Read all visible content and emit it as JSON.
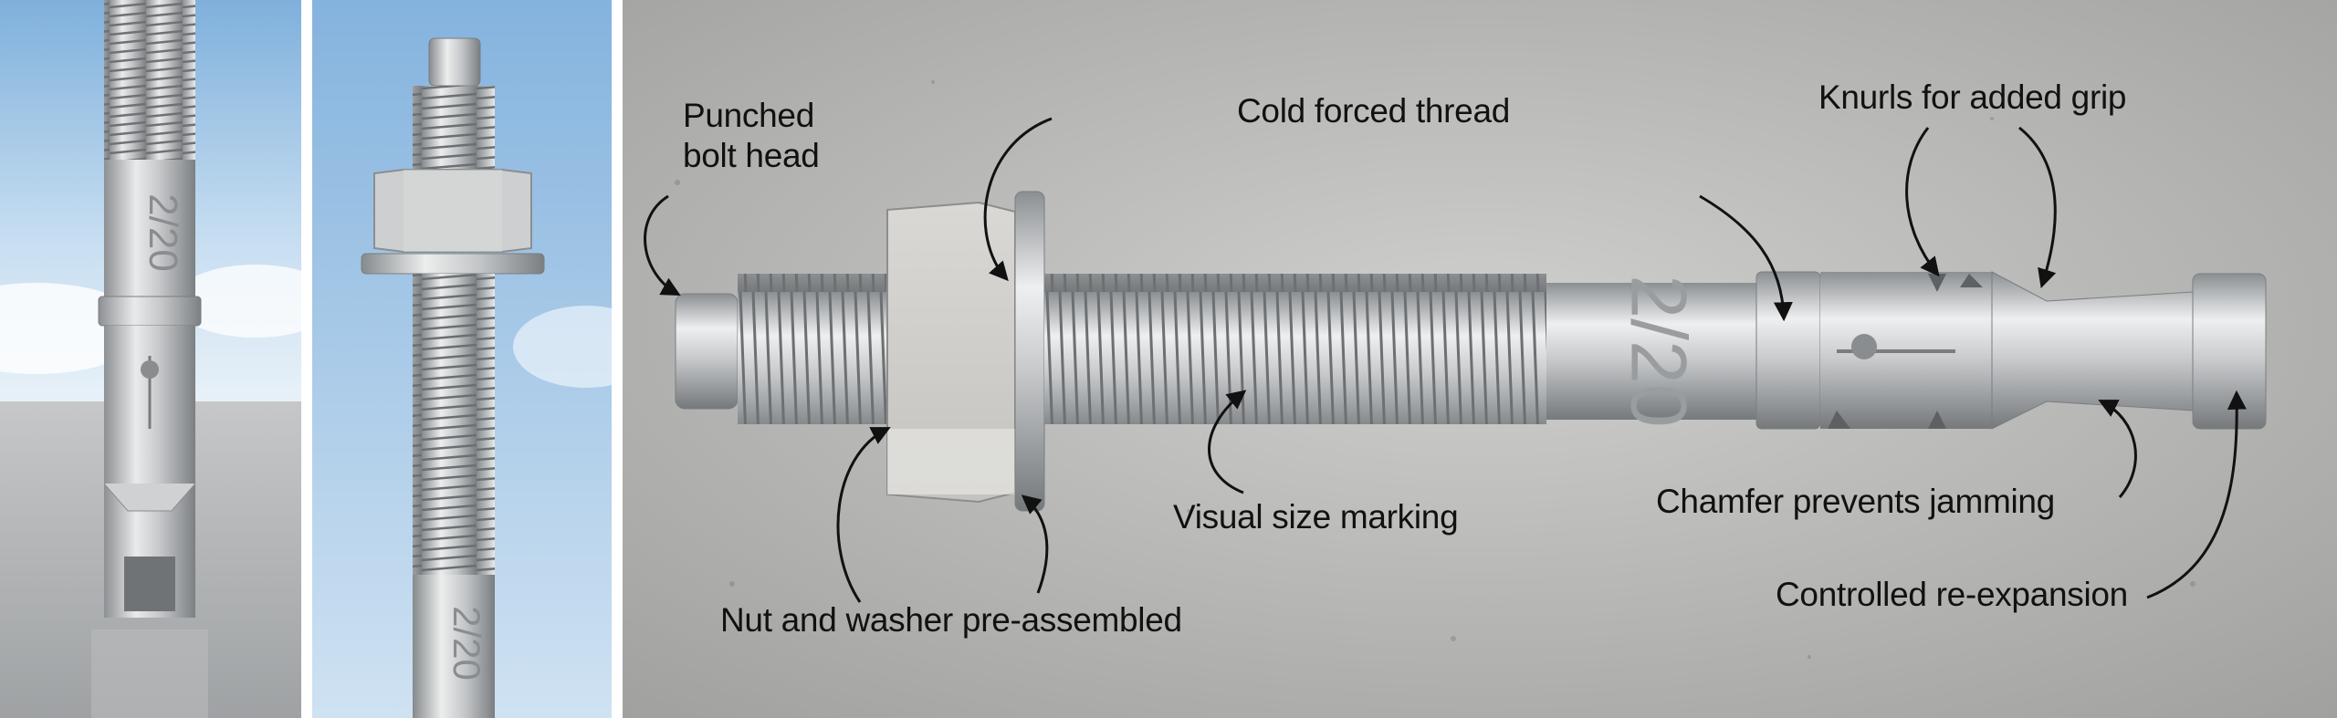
{
  "marking_text": "2/20",
  "callouts": {
    "punched_head_line1": "Punched",
    "punched_head_line2": "bolt head",
    "cold_forced_thread": "Cold forced thread",
    "knurls": "Knurls for added grip",
    "visual_size_marking": "Visual size marking",
    "chamfer": "Chamfer prevents jamming",
    "nut_washer": "Nut and washer pre-assembled",
    "re_expansion": "Controlled re-expansion"
  },
  "colors": {
    "sky": "#a9c9e8",
    "concrete": "#a8a8a6",
    "steel": "#c9cbcc",
    "text": "#111111"
  }
}
